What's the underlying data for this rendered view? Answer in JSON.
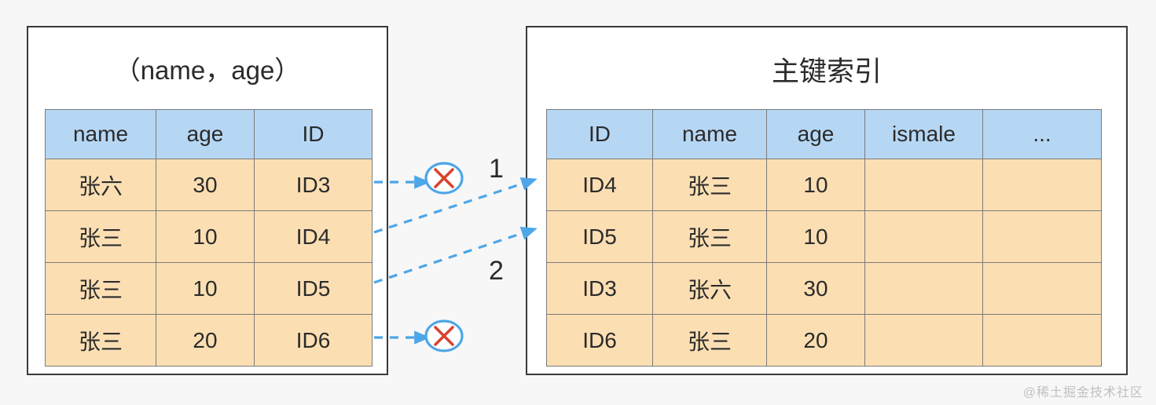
{
  "colors": {
    "background": "#f7f7f7",
    "panel_bg": "#ffffff",
    "panel_border": "#3a3a3a",
    "header_cell": "#b6d7f4",
    "body_cell": "#fbdfb3",
    "cell_border": "#7b7b7b",
    "arrow_blue": "#4da6e8",
    "x_red": "#d9432f",
    "text": "#2b2b2b",
    "watermark": "#c0c0c0"
  },
  "left_panel": {
    "title": "（name，age）",
    "table": {
      "columns": [
        "name",
        "age",
        "ID"
      ],
      "rows": [
        [
          "张六",
          "30",
          "ID3"
        ],
        [
          "张三",
          "10",
          "ID4"
        ],
        [
          "张三",
          "10",
          "ID5"
        ],
        [
          "张三",
          "20",
          "ID6"
        ]
      ]
    }
  },
  "right_panel": {
    "title": "主键索引",
    "table": {
      "columns": [
        "ID",
        "name",
        "age",
        "ismale",
        "..."
      ],
      "rows": [
        [
          "ID4",
          "张三",
          "10",
          "",
          ""
        ],
        [
          "ID5",
          "张三",
          "10",
          "",
          ""
        ],
        [
          "ID3",
          "张六",
          "30",
          "",
          ""
        ],
        [
          "ID6",
          "张三",
          "20",
          "",
          ""
        ]
      ]
    }
  },
  "annotations": {
    "step_labels": [
      "1",
      "2"
    ],
    "reject_markers": [
      {
        "name": "reject-marker-id3",
        "glyph": "×"
      },
      {
        "name": "reject-marker-id6",
        "glyph": "×"
      }
    ],
    "arrows": [
      {
        "from_row": "ID3",
        "to": "reject-marker-id3"
      },
      {
        "from_row": "ID4",
        "to": "primary-row-ID4",
        "step": "1"
      },
      {
        "from_row": "ID5",
        "to": "primary-row-ID5",
        "step": "2"
      },
      {
        "from_row": "ID6",
        "to": "reject-marker-id6"
      }
    ]
  },
  "watermark": "@稀土掘金技术社区"
}
